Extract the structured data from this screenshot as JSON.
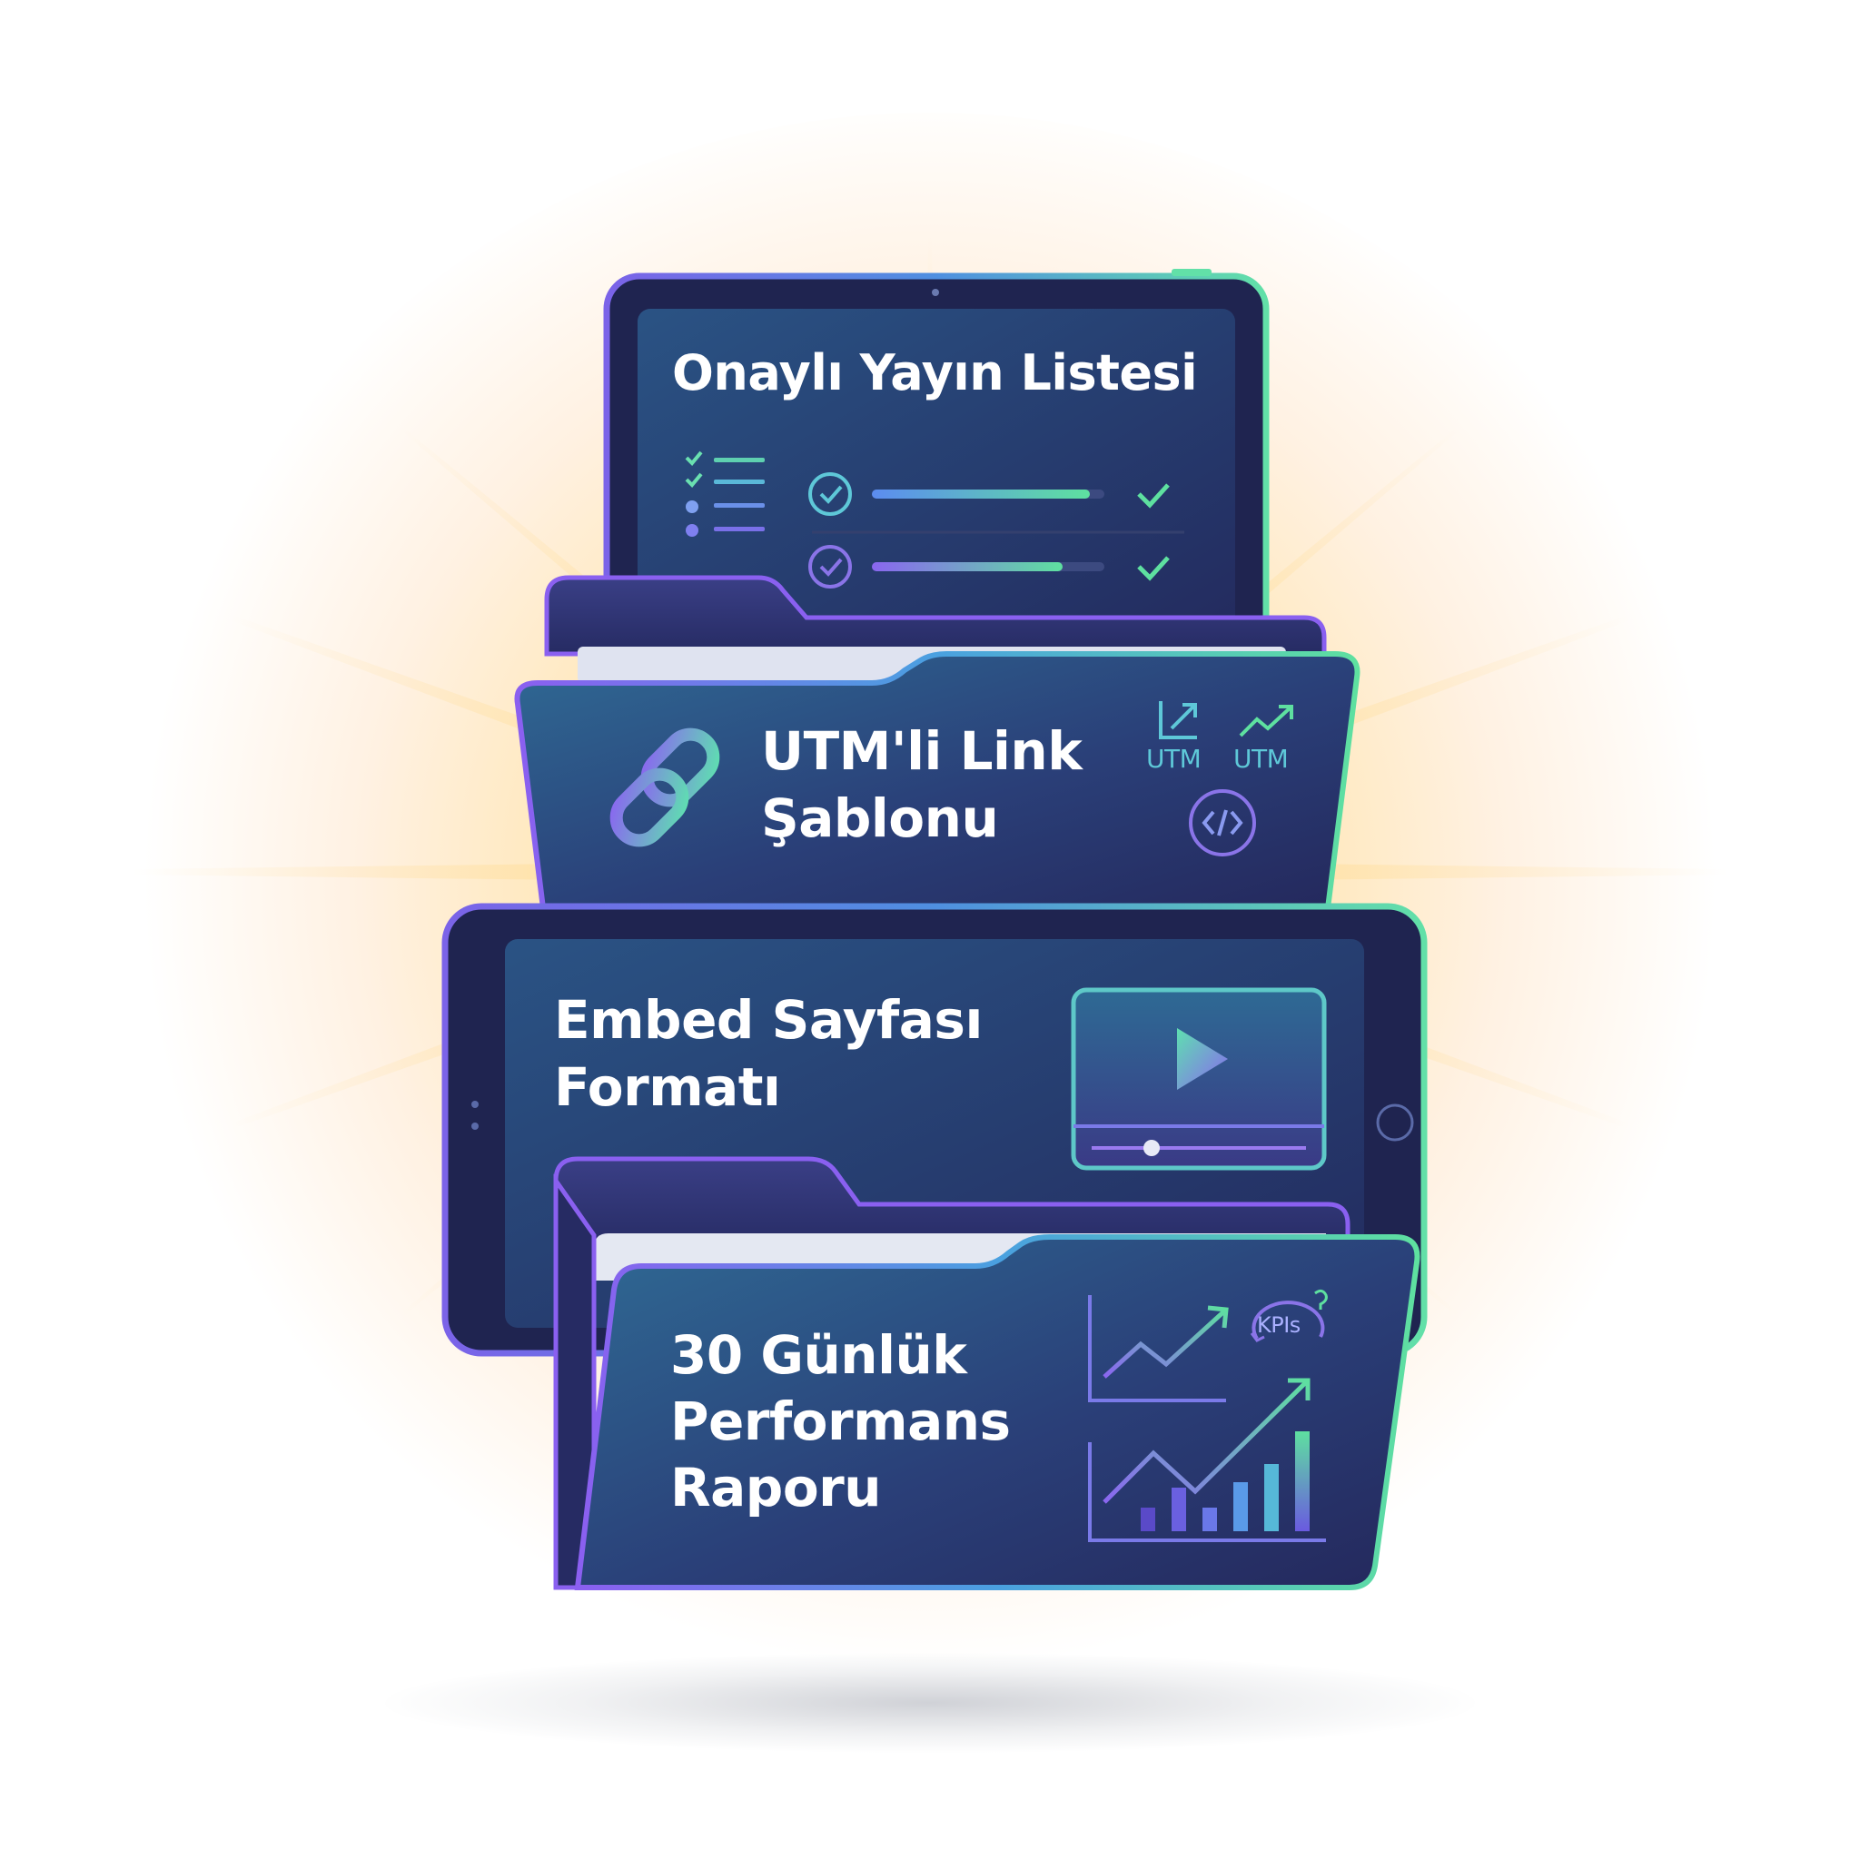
{
  "cards": [
    {
      "title": "Onaylı Yayın Listesi",
      "icon": "checklist-icon"
    },
    {
      "title_line1": "UTM'li Link",
      "title_line2": "Şablonu",
      "icon": "link-chain-icon",
      "badge_a": "UTM",
      "badge_b": "UTM"
    },
    {
      "title_line1": "Embed Sayfası",
      "title_line2": "Formatı",
      "icon": "video-player-icon"
    },
    {
      "title_line1": "30 Günlük",
      "title_line2": "Performans",
      "title_line3": "Raporu",
      "icon": "growth-chart-icon",
      "badge": "KPIs"
    }
  ],
  "colors": {
    "card_dark": "#242a5c",
    "card_mid": "#2f5a8c",
    "accent_green": "#5ee0a0",
    "accent_purple": "#9a6cf0",
    "glow": "#ffe59a"
  }
}
